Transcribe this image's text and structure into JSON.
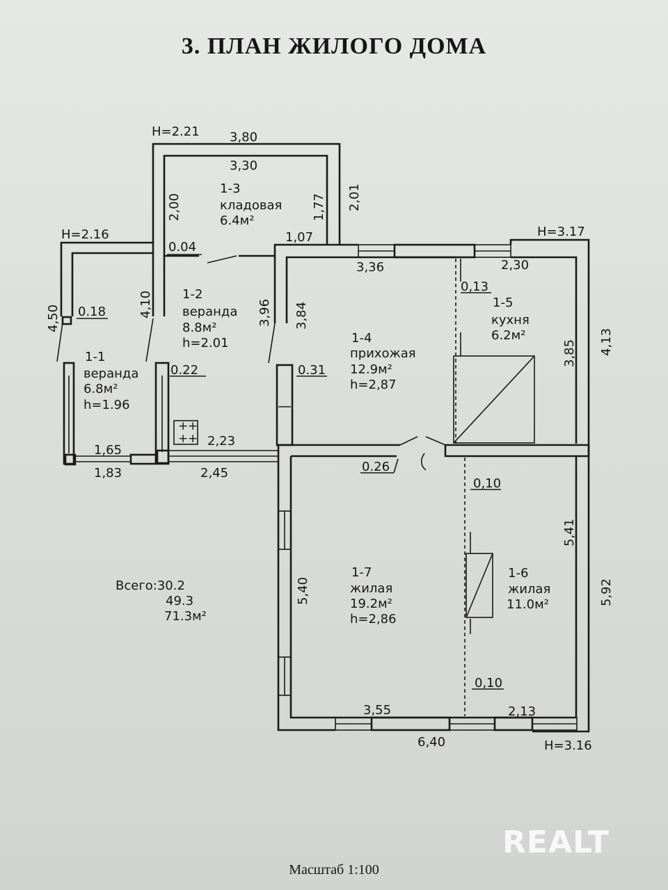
{
  "title": "3. ПЛАН ЖИЛОГО ДОМА",
  "scale": "Масштаб 1:100",
  "watermark": "REALT",
  "rooms": {
    "r11": {
      "id": "1-1",
      "name": "веранда",
      "area": "6.8м²",
      "height": "h=1.96"
    },
    "r12": {
      "id": "1-2",
      "name": "веранда",
      "area": "8.8м²",
      "height": "h=2.01"
    },
    "r13": {
      "id": "1-3",
      "name": "кладовая",
      "area": "6.4м²"
    },
    "r14": {
      "id": "1-4",
      "name": "прихожая",
      "area": "12.9м²",
      "height": "h=2,87"
    },
    "r15": {
      "id": "1-5",
      "name": "кухня",
      "area": "6.2м²"
    },
    "r16": {
      "id": "1-6",
      "name": "жилая",
      "area": "11.0м²"
    },
    "r17": {
      "id": "1-7",
      "name": "жилая",
      "area": "19.2м²",
      "height": "h=2,86"
    }
  },
  "heights": {
    "h221": "H=2.21",
    "h216": "H=2.16",
    "h317": "H=3.17",
    "h316": "H=3.16"
  },
  "dims": {
    "d380": "3,80",
    "d330": "3,30",
    "d200": "2,00",
    "d177": "1,77",
    "d201": "2,01",
    "d004": "0.04",
    "d107": "1,07",
    "d336": "3,36",
    "d230": "2,30",
    "d013": "0,13",
    "d450": "4,50",
    "d018": "0.18",
    "d410": "4,10",
    "d396": "3,96",
    "d384": "3,84",
    "d385": "3,85",
    "d413": "4,13",
    "d022": "0.22",
    "d031": "0.31",
    "d165": "1,65",
    "d183": "1,83",
    "d223": "2,23",
    "d245": "2,45",
    "d026": "0.26",
    "d010a": "0,10",
    "d541": "5,41",
    "d540": "5,40",
    "d592": "5,92",
    "d010b": "0,10",
    "d355": "3,55",
    "d213": "2,13",
    "d640": "6,40"
  },
  "totals": {
    "label": "Всего:30.2",
    "line2": "49.3",
    "line3": "71.3м²"
  }
}
